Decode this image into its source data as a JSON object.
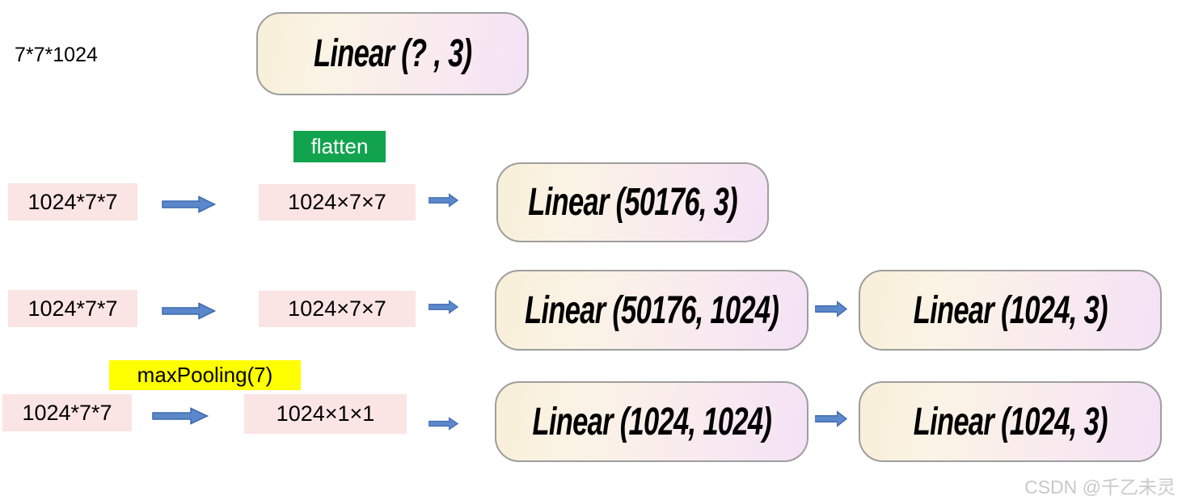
{
  "annotations": {
    "input_shape": "7*7*1024",
    "watermark": "CSDN @千乙未灵"
  },
  "top": {
    "linear_box": "Linear (? , 3)"
  },
  "rows": [
    {
      "op_label": "flatten",
      "input": "1024*7*7",
      "intermediate": "1024×7×7",
      "linear_boxes": [
        "Linear (50176, 3)"
      ]
    },
    {
      "input": "1024*7*7",
      "intermediate": "1024×7×7",
      "linear_boxes": [
        "Linear (50176, 1024)",
        "Linear (1024, 3)"
      ]
    },
    {
      "op_label": "maxPooling(7)",
      "input": "1024*7*7",
      "intermediate": "1024×1×1",
      "linear_boxes": [
        "Linear (1024, 1024)",
        "Linear (1024, 3)"
      ]
    }
  ],
  "colors": {
    "pink_box": "#fbe4e4",
    "green_label": "#12a34e",
    "yellow_label": "#ffff00",
    "arrow_fill": "#5b87cb",
    "arrow_border": "#3e68ad",
    "linear_box_gradient_left": "#f8efd8",
    "linear_box_gradient_right": "#f4e2f6",
    "linear_box_border": "#9e9e9e",
    "watermark_gray": "#c9c9c9"
  }
}
